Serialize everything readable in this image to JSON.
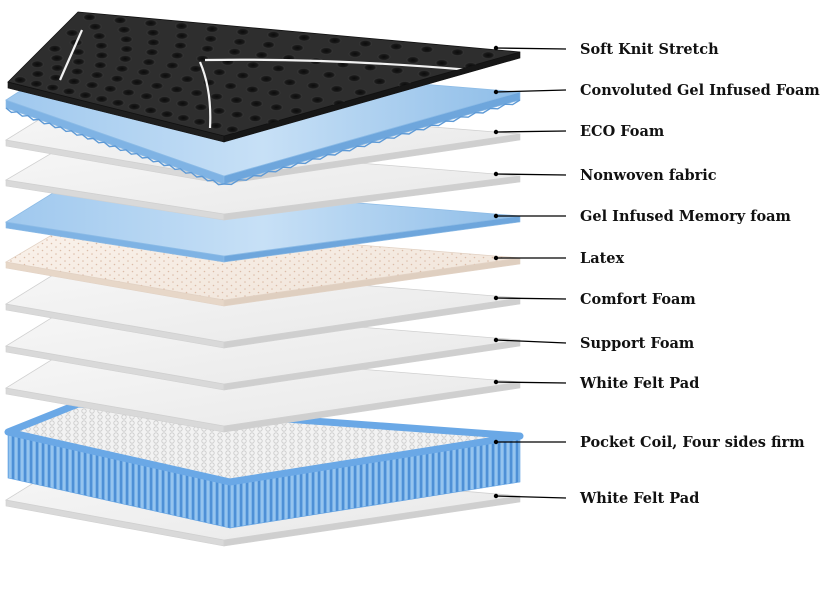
{
  "diagram": {
    "layers": [
      {
        "id": "soft-knit-stretch",
        "label": "Soft Knit Stretch",
        "material": "quilted-knit"
      },
      {
        "id": "convoluted-gel-infused-foam",
        "label": "Convoluted Gel Infused Foam",
        "material": "gel-foam-convoluted"
      },
      {
        "id": "eco-foam",
        "label": "ECO Foam",
        "material": "white-foam"
      },
      {
        "id": "nonwoven-fabric",
        "label": "Nonwoven fabric",
        "material": "white-foam"
      },
      {
        "id": "gel-infused-memory-foam",
        "label": "Gel Infused Memory foam",
        "material": "gel-foam"
      },
      {
        "id": "latex",
        "label": "Latex",
        "material": "latex"
      },
      {
        "id": "comfort-foam",
        "label": "Comfort Foam",
        "material": "white-foam"
      },
      {
        "id": "support-foam",
        "label": "Support Foam",
        "material": "white-foam"
      },
      {
        "id": "white-felt-pad-upper",
        "label": "White Felt Pad",
        "material": "felt"
      },
      {
        "id": "pocket-coil",
        "label": "Pocket Coil,  Four sides firm",
        "material": "pocket-coil"
      },
      {
        "id": "white-felt-pad-lower",
        "label": "White Felt Pad",
        "material": "felt"
      }
    ],
    "colors": {
      "knit": "#2b2b2b",
      "gel": "#a9cdee",
      "foam": "#efefef",
      "latex": "#f5ebe2",
      "coil_frame": "#6aa8e6",
      "leader": "#000000"
    }
  }
}
